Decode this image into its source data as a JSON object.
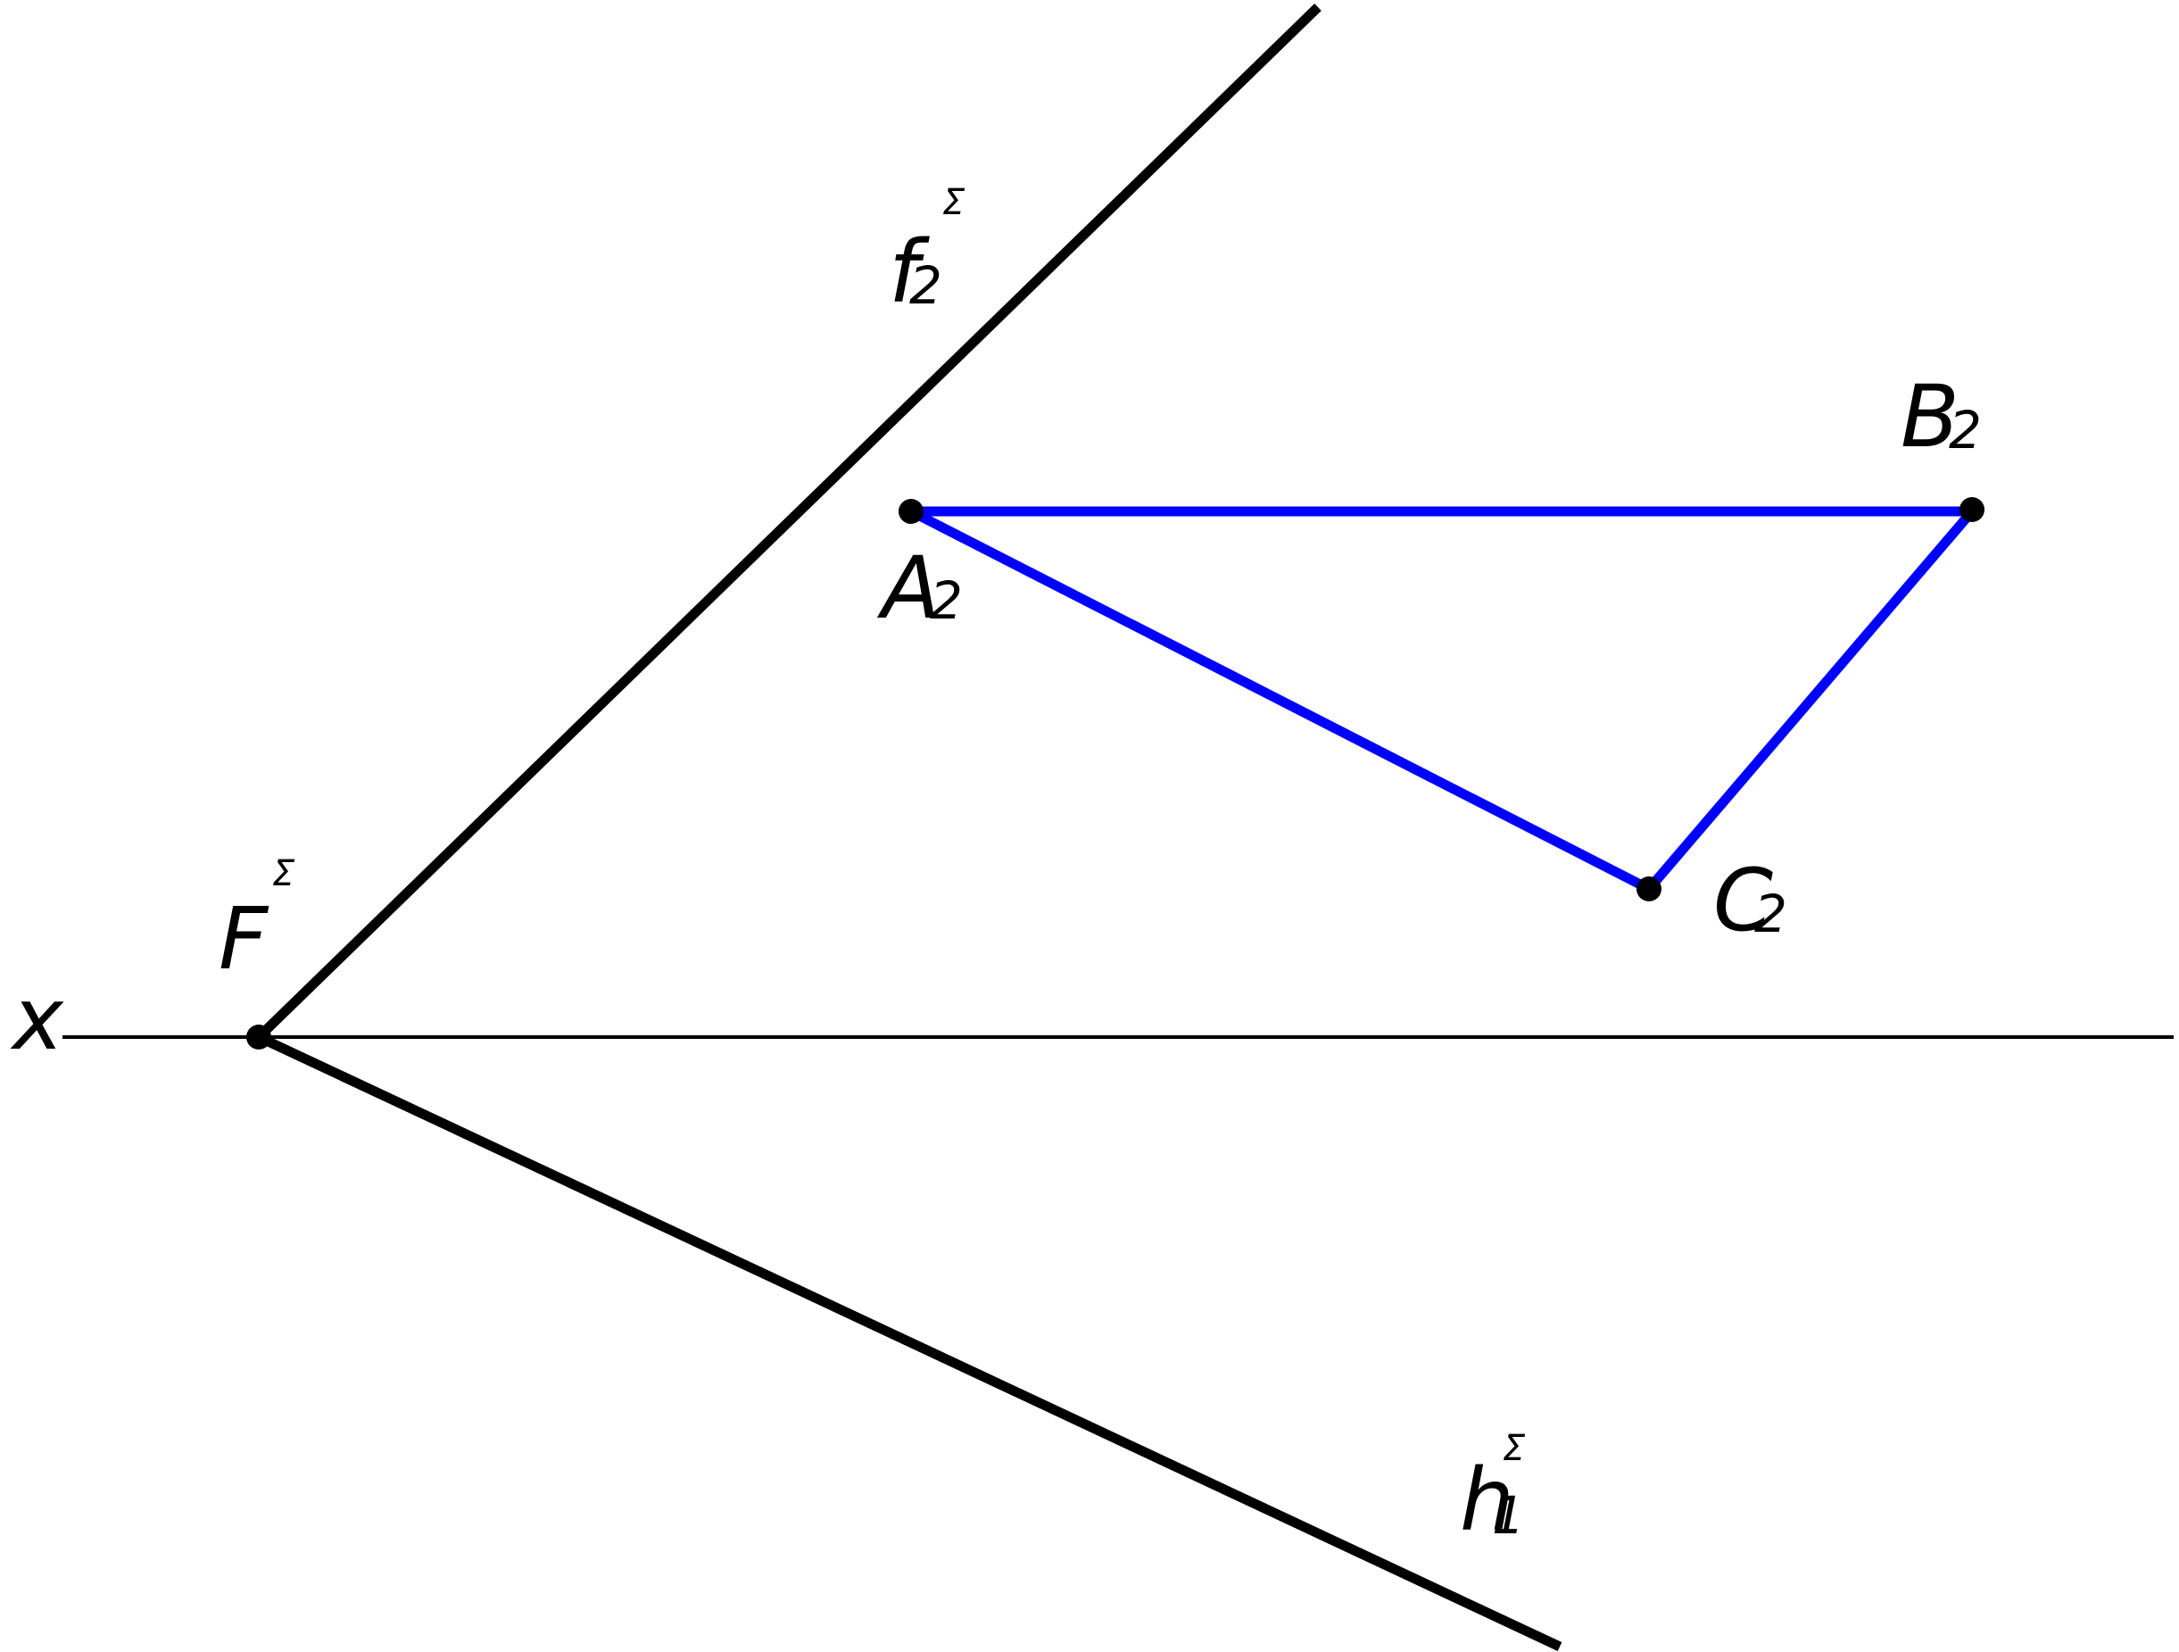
{
  "colors": {
    "background": "#ffffff",
    "trace_lines": "#000000",
    "triangle": "#0000ff",
    "points": "#000000"
  },
  "labels": {
    "axis": "x",
    "F": {
      "main": "F",
      "sup": "Σ"
    },
    "f2": {
      "main": "f",
      "sub": "2",
      "sup": "Σ"
    },
    "h1": {
      "main": "h",
      "sub": "1",
      "sup": "Σ"
    },
    "A2": {
      "main": "A",
      "sub": "2"
    },
    "B2": {
      "main": "B",
      "sub": "2"
    },
    "C2": {
      "main": "C",
      "sub": "2"
    }
  }
}
